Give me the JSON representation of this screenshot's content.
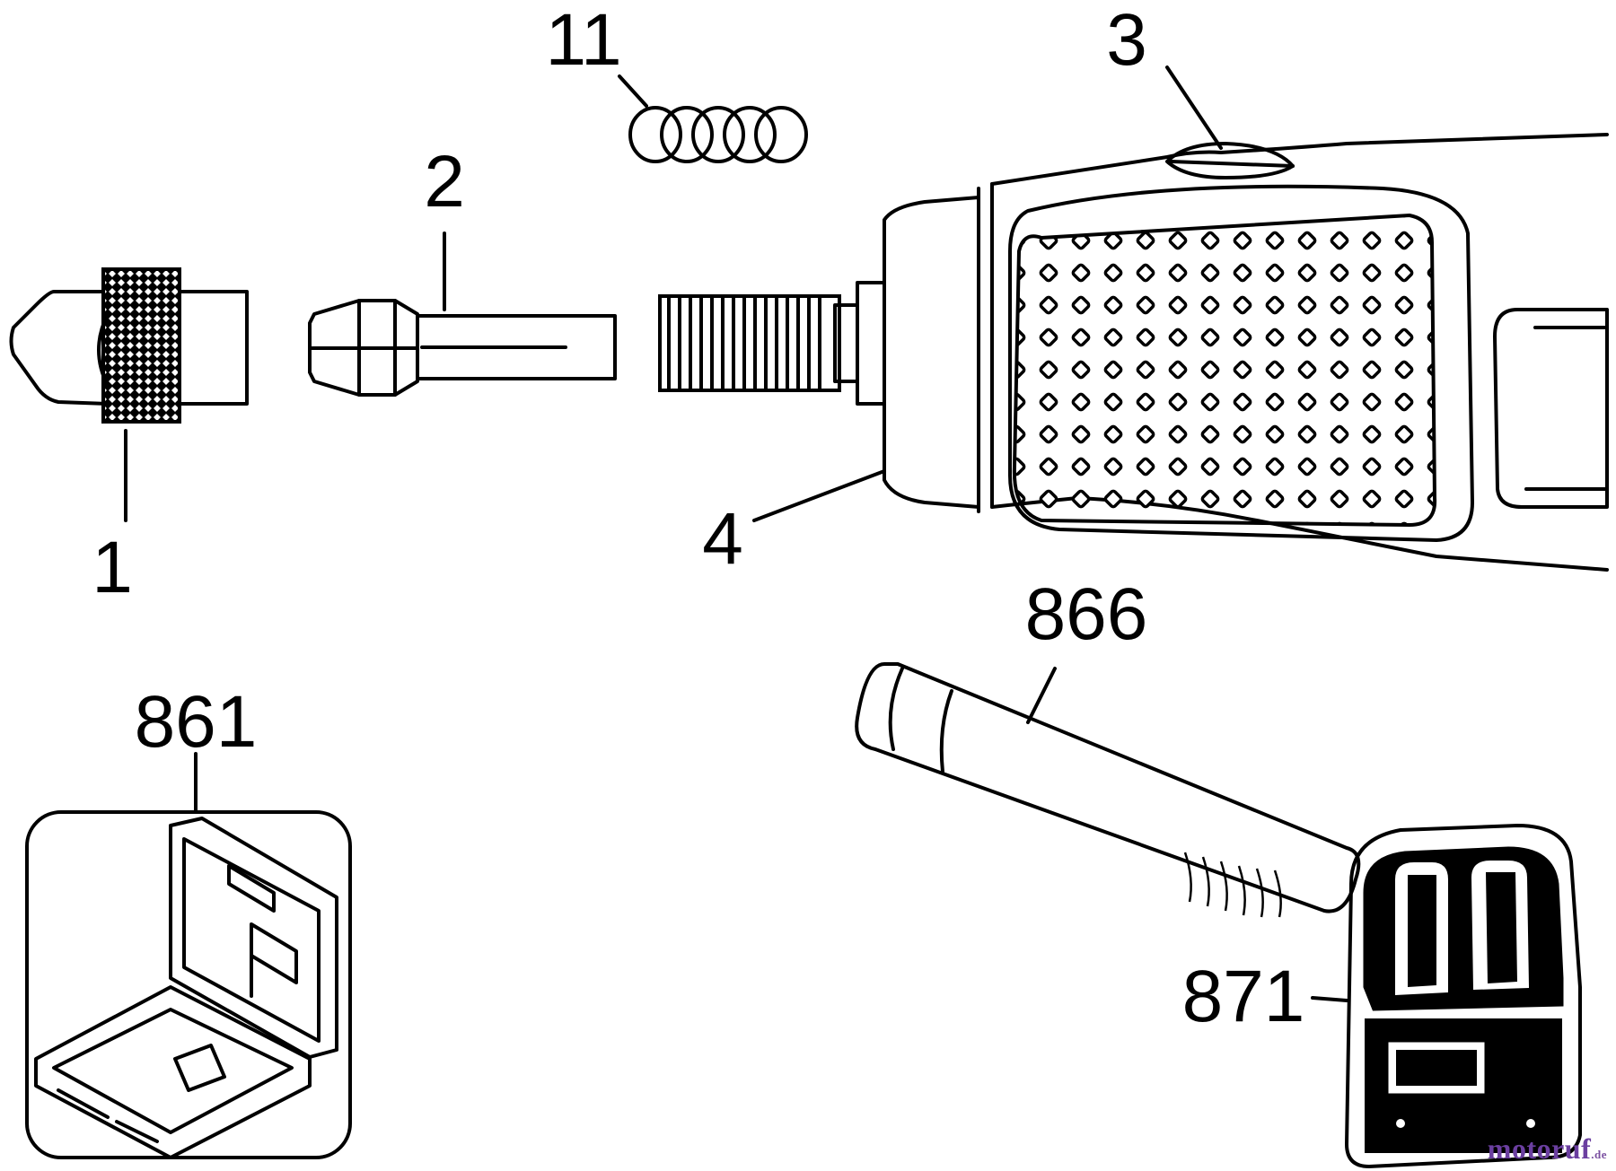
{
  "labels": {
    "p1": "1",
    "p2": "2",
    "p3": "3",
    "p4": "4",
    "p11": "11",
    "p861": "861",
    "p866": "866",
    "p871": "871"
  },
  "watermark": {
    "text": "motoruf",
    "suffix": ".de"
  },
  "colors": {
    "ink": "#000000",
    "background": "#ffffff",
    "watermark_primary": "#6b3fa0",
    "watermark_accent": "#e07020"
  }
}
